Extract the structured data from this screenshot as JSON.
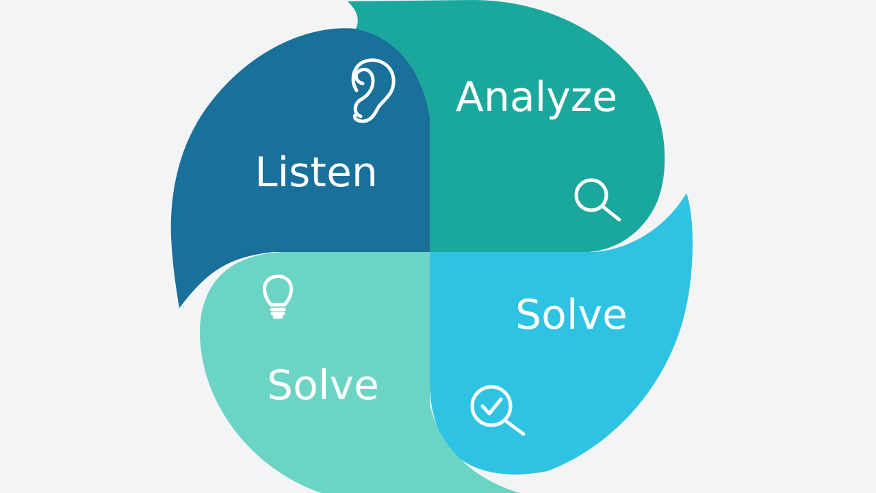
{
  "diagram": {
    "segments": [
      {
        "label": "Listen",
        "icon": "ear-icon",
        "color": "#19709a"
      },
      {
        "label": "Analyze",
        "icon": "magnifier-icon",
        "color": "#1ba89c"
      },
      {
        "label": "Solve",
        "icon": "magnifier-check-icon",
        "color": "#2fc3e3"
      },
      {
        "label": "Solve",
        "icon": "lightbulb-icon",
        "color": "#6bd4c4"
      }
    ],
    "background": "#f3f4f5"
  }
}
